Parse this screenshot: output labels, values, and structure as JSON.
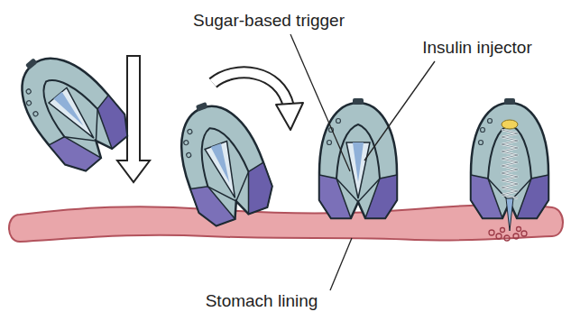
{
  "diagram": {
    "labels": [
      "Sugar-based trigger",
      "Insulin injector",
      "Stomach lining"
    ]
  }
}
